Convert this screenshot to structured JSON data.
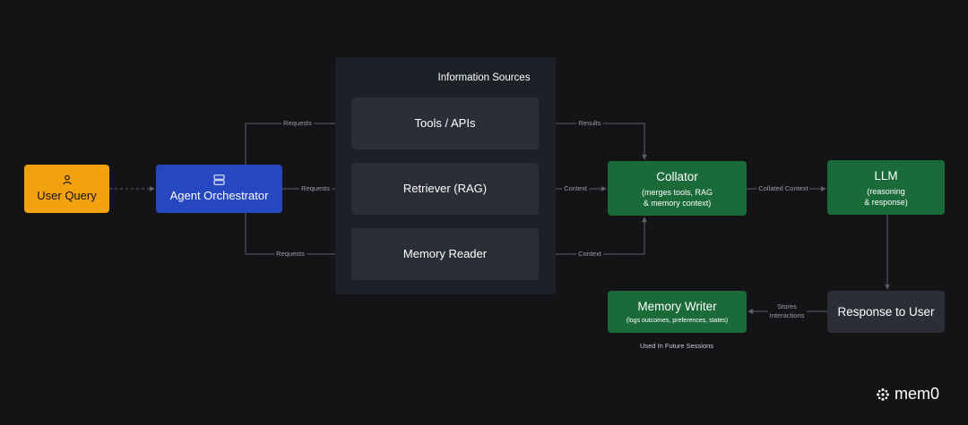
{
  "panel": {
    "title": "Information Sources"
  },
  "nodes": {
    "user_query": {
      "label": "User Query"
    },
    "orchestrator": {
      "label": "Agent Orchestrator"
    },
    "tools": {
      "label": "Tools / APIs"
    },
    "retriever": {
      "label": "Retriever (RAG)"
    },
    "memory_reader": {
      "label": "Memory Reader"
    },
    "collator": {
      "label": "Collator",
      "sub": "(merges tools, RAG\n& memory context)"
    },
    "llm": {
      "label": "LLM",
      "sub": "(reasoning\n& response)"
    },
    "response": {
      "label": "Response to User"
    },
    "memory_writer": {
      "label": "Memory Writer",
      "sub": "(logs outcomes, preferences, states)"
    }
  },
  "edges": {
    "req_top": "Requests",
    "req_mid": "Requests",
    "req_bot": "Requests",
    "results": "Results",
    "context_mid": "Context",
    "context_bot": "Context",
    "collated": "Collated Context",
    "stores": "Stores\nInteractions"
  },
  "notes": {
    "future": "Used In Future Sessions"
  },
  "brand": {
    "name": "mem0"
  },
  "icons": {
    "user": "user-icon",
    "orchestrator": "server-icon",
    "logo": "mem0-logo-icon"
  },
  "colors": {
    "background": "#141417",
    "panel": "#1e2027",
    "grey_node": "#2b2e37",
    "green_node": "#1b6a39",
    "blue_node": "#2547c0",
    "orange_node": "#f3a20f",
    "edge": "#5d6069"
  }
}
